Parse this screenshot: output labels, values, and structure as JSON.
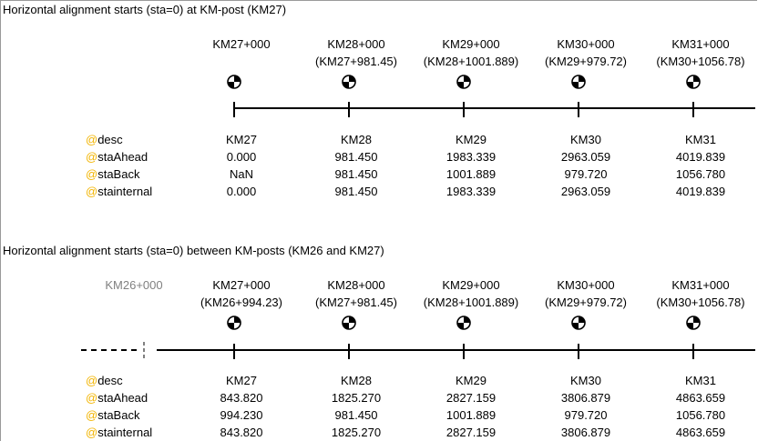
{
  "sections": [
    {
      "title": "Horizontal alignment starts (sta=0) at KM-post (KM27)",
      "pre_label": "",
      "posts": [
        {
          "name": "KM27+000",
          "alt": ""
        },
        {
          "name": "KM28+000",
          "alt": "(KM27+981.45)"
        },
        {
          "name": "KM29+000",
          "alt": "(KM28+1001.889)"
        },
        {
          "name": "KM30+000",
          "alt": "(KM29+979.72)"
        },
        {
          "name": "KM31+000",
          "alt": "(KM30+1056.78)"
        }
      ],
      "rows": [
        {
          "at": "@",
          "label": "desc",
          "values": [
            "KM27",
            "KM28",
            "KM29",
            "KM30",
            "KM31"
          ]
        },
        {
          "at": "@",
          "label": "staAhead",
          "values": [
            "0.000",
            "981.450",
            "1983.339",
            "2963.059",
            "4019.839"
          ]
        },
        {
          "at": "@",
          "label": "staBack",
          "values": [
            "NaN",
            "981.450",
            "1001.889",
            "979.720",
            "1056.780"
          ]
        },
        {
          "at": "@",
          "label": "stainternal",
          "values": [
            "0.000",
            "981.450",
            "1983.339",
            "2963.059",
            "4019.839"
          ]
        }
      ]
    },
    {
      "title": "Horizontal alignment starts (sta=0) between KM-posts (KM26 and KM27)",
      "pre_label": "KM26+000",
      "posts": [
        {
          "name": "KM27+000",
          "alt": "(KM26+994.23)"
        },
        {
          "name": "KM28+000",
          "alt": "(KM27+981.45)"
        },
        {
          "name": "KM29+000",
          "alt": "(KM28+1001.889)"
        },
        {
          "name": "KM30+000",
          "alt": "(KM29+979.72)"
        },
        {
          "name": "KM31+000",
          "alt": "(KM30+1056.78)"
        }
      ],
      "rows": [
        {
          "at": "@",
          "label": "desc",
          "values": [
            "KM27",
            "KM28",
            "KM29",
            "KM30",
            "KM31"
          ]
        },
        {
          "at": "@",
          "label": "staAhead",
          "values": [
            "843.820",
            "1825.270",
            "2827.159",
            "3806.879",
            "4863.659"
          ]
        },
        {
          "at": "@",
          "label": "staBack",
          "values": [
            "994.230",
            "981.450",
            "1001.889",
            "979.720",
            "1056.780"
          ]
        },
        {
          "at": "@",
          "label": "stainternal",
          "values": [
            "843.820",
            "1825.270",
            "2827.159",
            "3806.879",
            "4863.659"
          ]
        }
      ]
    }
  ],
  "colors": {
    "at_symbol": "#f2b400",
    "ghost_text": "#808080",
    "line": "#000000",
    "frame": "#9a9a9a"
  },
  "icons": {
    "post_marker": "km-post-marker-icon"
  }
}
